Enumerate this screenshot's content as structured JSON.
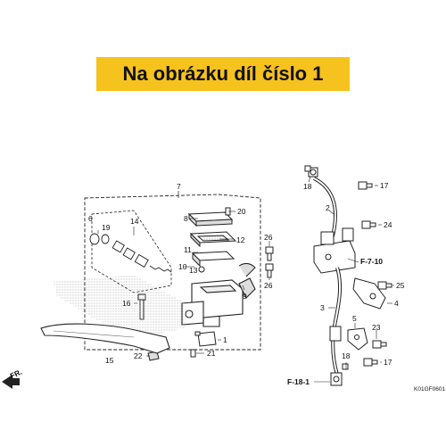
{
  "banner": {
    "text": "Na obrázku díl číslo 1",
    "background": "#f6c21d"
  },
  "labels": {
    "p1": "1",
    "p2": "2",
    "p3": "3",
    "p4": "4",
    "p5": "5",
    "p6": "6",
    "p7": "7",
    "p8": "8",
    "p9": "9",
    "p10": "10",
    "p11": "11",
    "p12": "12",
    "p13": "13",
    "p14": "14",
    "p15": "15",
    "p16": "16",
    "p17a": "17",
    "p17b": "17",
    "p18a": "18",
    "p18b": "18",
    "p19": "19",
    "p20": "20",
    "p21": "21",
    "p22": "22",
    "p23": "23",
    "p24": "24",
    "p25": "25",
    "p26a": "26",
    "p26b": "26"
  },
  "refs": {
    "f710": "F-7-10",
    "f181": "F-18-1",
    "fr": "FR."
  },
  "diagram_code": "K01GF0601"
}
